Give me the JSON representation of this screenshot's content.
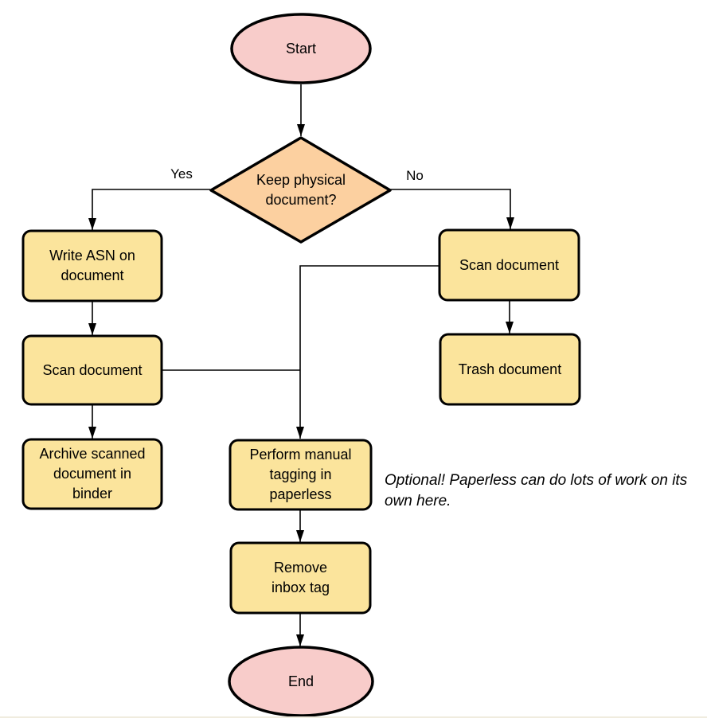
{
  "colors": {
    "terminator_fill": "#F8CCCA",
    "decision_fill": "#FCD0A0",
    "process_fill": "#FBE49C",
    "stroke": "#000000",
    "rule_color": "#F0ECDF"
  },
  "nodes": {
    "start": {
      "label": "Start",
      "shape": "ellipse"
    },
    "decision": {
      "label": "Keep physical document?",
      "shape": "diamond"
    },
    "write_asn": {
      "label": "Write ASN on document",
      "shape": "rounded-rect"
    },
    "scan_left": {
      "label": "Scan document",
      "shape": "rounded-rect"
    },
    "archive": {
      "label": "Archive scanned document in binder",
      "shape": "rounded-rect"
    },
    "scan_right": {
      "label": "Scan document",
      "shape": "rounded-rect"
    },
    "trash": {
      "label": "Trash document",
      "shape": "rounded-rect"
    },
    "tagging": {
      "label": "Perform manual tagging in paperless",
      "shape": "rounded-rect"
    },
    "remove_inbox": {
      "label": "Remove inbox tag",
      "shape": "rounded-rect"
    },
    "end": {
      "label": "End",
      "shape": "ellipse"
    }
  },
  "edge_labels": {
    "yes": "Yes",
    "no": "No"
  },
  "annotation": {
    "text": "Optional! Paperless can do lots of work on its own here."
  }
}
